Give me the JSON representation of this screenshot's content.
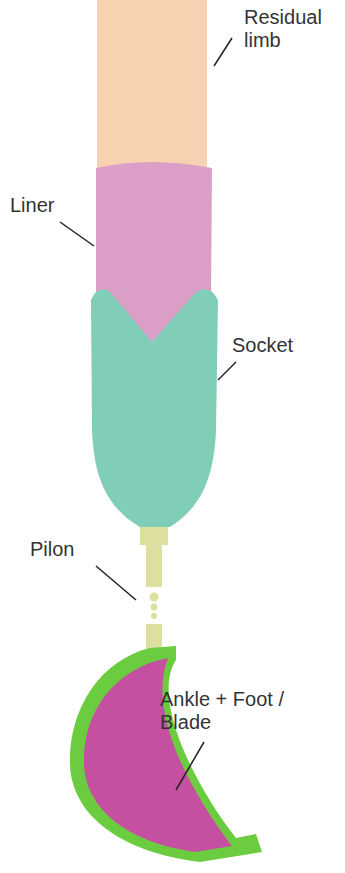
{
  "diagram": {
    "labels": [
      "Residual limb",
      "Liner",
      "Socket",
      "Pilon",
      "Ankle + Foot / Blade"
    ]
  }
}
